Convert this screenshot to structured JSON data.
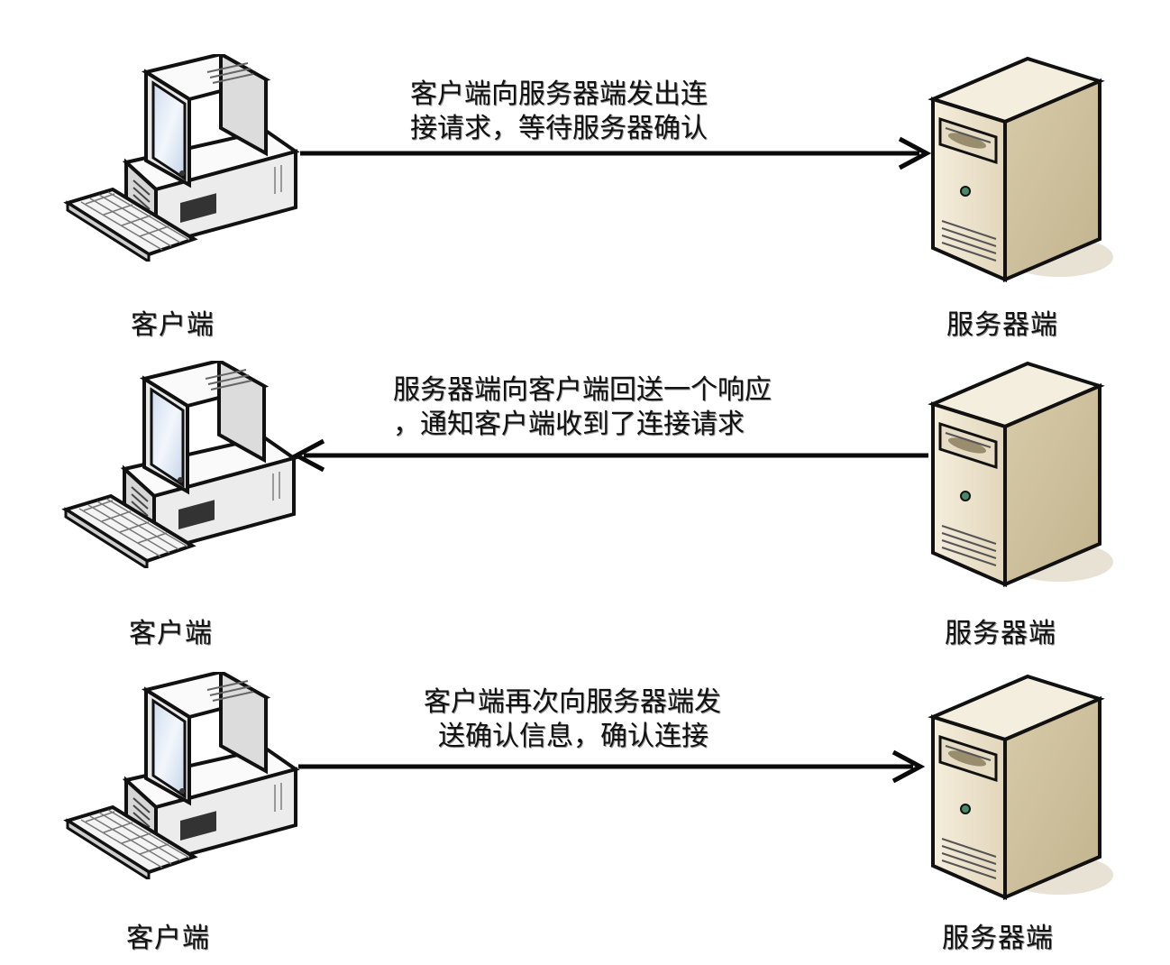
{
  "steps": [
    {
      "client_label": "客户端",
      "server_label": "服务器端",
      "message_line1": "客户端向服务器端发出连",
      "message_line2": "接请求，等待服务器确认",
      "direction": "client-to-server"
    },
    {
      "client_label": "客户端",
      "server_label": "服务器端",
      "message_line1": "服务器端向客户端回送一个响应",
      "message_line2": "，通知客户端收到了连接请求",
      "direction": "server-to-client"
    },
    {
      "client_label": "客户端",
      "server_label": "服务器端",
      "message_line1": "客户端再次向服务器端发",
      "message_line2": "送确认信息，确认连接",
      "direction": "client-to-server"
    }
  ],
  "colors": {
    "arrow": "#0a0a0a",
    "server_face": "#efe6d2",
    "server_side": "#d9ccae",
    "pc_body": "#f2f2f2",
    "pc_screen": "#dde8f5"
  }
}
